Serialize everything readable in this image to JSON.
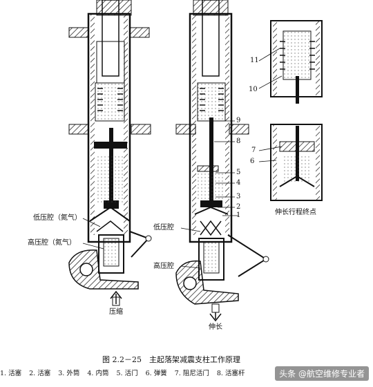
{
  "labels": {
    "low_pressure_chamber_left": "低压腔（氮气）",
    "high_pressure_chamber_left": "高压腔（氮气）",
    "low_pressure_chamber_mid": "低压腔",
    "high_pressure_chamber_mid": "高压腔",
    "compress_arrow": "压缩",
    "extend_arrow": "伸长",
    "end_of_extension": "伸长行程终点"
  },
  "numbers": [
    "1",
    "2",
    "3",
    "4",
    "5",
    "6",
    "7",
    "8",
    "9",
    "10",
    "11"
  ],
  "caption": "图 2.2－25　主起落架减震支柱工作原理",
  "legend": [
    "1. 活塞",
    "2. 活塞",
    "3. 外筒",
    "4. 内筒",
    "5. 活门",
    "6. 弹簧",
    "7. 阻尼活门",
    "8. 活塞杆"
  ],
  "watermark": "头条 @航空维修专业者"
}
